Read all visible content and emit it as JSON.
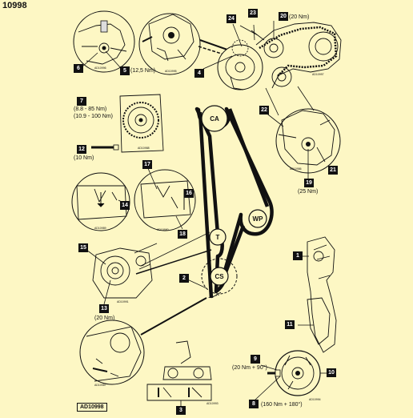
{
  "document_id": "10998",
  "figure_id": "AD10998",
  "pulley_labels": {
    "camshaft": "CA",
    "water_pump": "WP",
    "tensioner": "T",
    "crankshaft": "CS"
  },
  "callouts": [
    {
      "num": "1"
    },
    {
      "num": "2"
    },
    {
      "num": "3"
    },
    {
      "num": "4"
    },
    {
      "num": "5",
      "spec": "(12,5 Nm)"
    },
    {
      "num": "6"
    },
    {
      "num": "7",
      "spec": "(8.8 - 85 Nm)\n(10.9 - 100 Nm)"
    },
    {
      "num": "8",
      "spec": "(160 Nm + 180°)"
    },
    {
      "num": "9",
      "spec": "(20 Nm + 90°)"
    },
    {
      "num": "10"
    },
    {
      "num": "11"
    },
    {
      "num": "12",
      "spec": "(10 Nm)"
    },
    {
      "num": "13",
      "spec": "(20 Nm)"
    },
    {
      "num": "14"
    },
    {
      "num": "15"
    },
    {
      "num": "16"
    },
    {
      "num": "17"
    },
    {
      "num": "18"
    },
    {
      "num": "19",
      "spec": "(25 Nm)"
    },
    {
      "num": "20",
      "spec": "(20 Nm)"
    },
    {
      "num": "21"
    },
    {
      "num": "22"
    },
    {
      "num": "23"
    },
    {
      "num": "24"
    }
  ],
  "small_print": {
    "inset_ids": [
      "AD10990",
      "AD10991",
      "AD10992",
      "AD10993",
      "AD10994",
      "AD10995",
      "AD10996",
      "AD10997",
      "AD10989",
      "AD10988",
      "AD10987",
      "AD10986"
    ]
  }
}
